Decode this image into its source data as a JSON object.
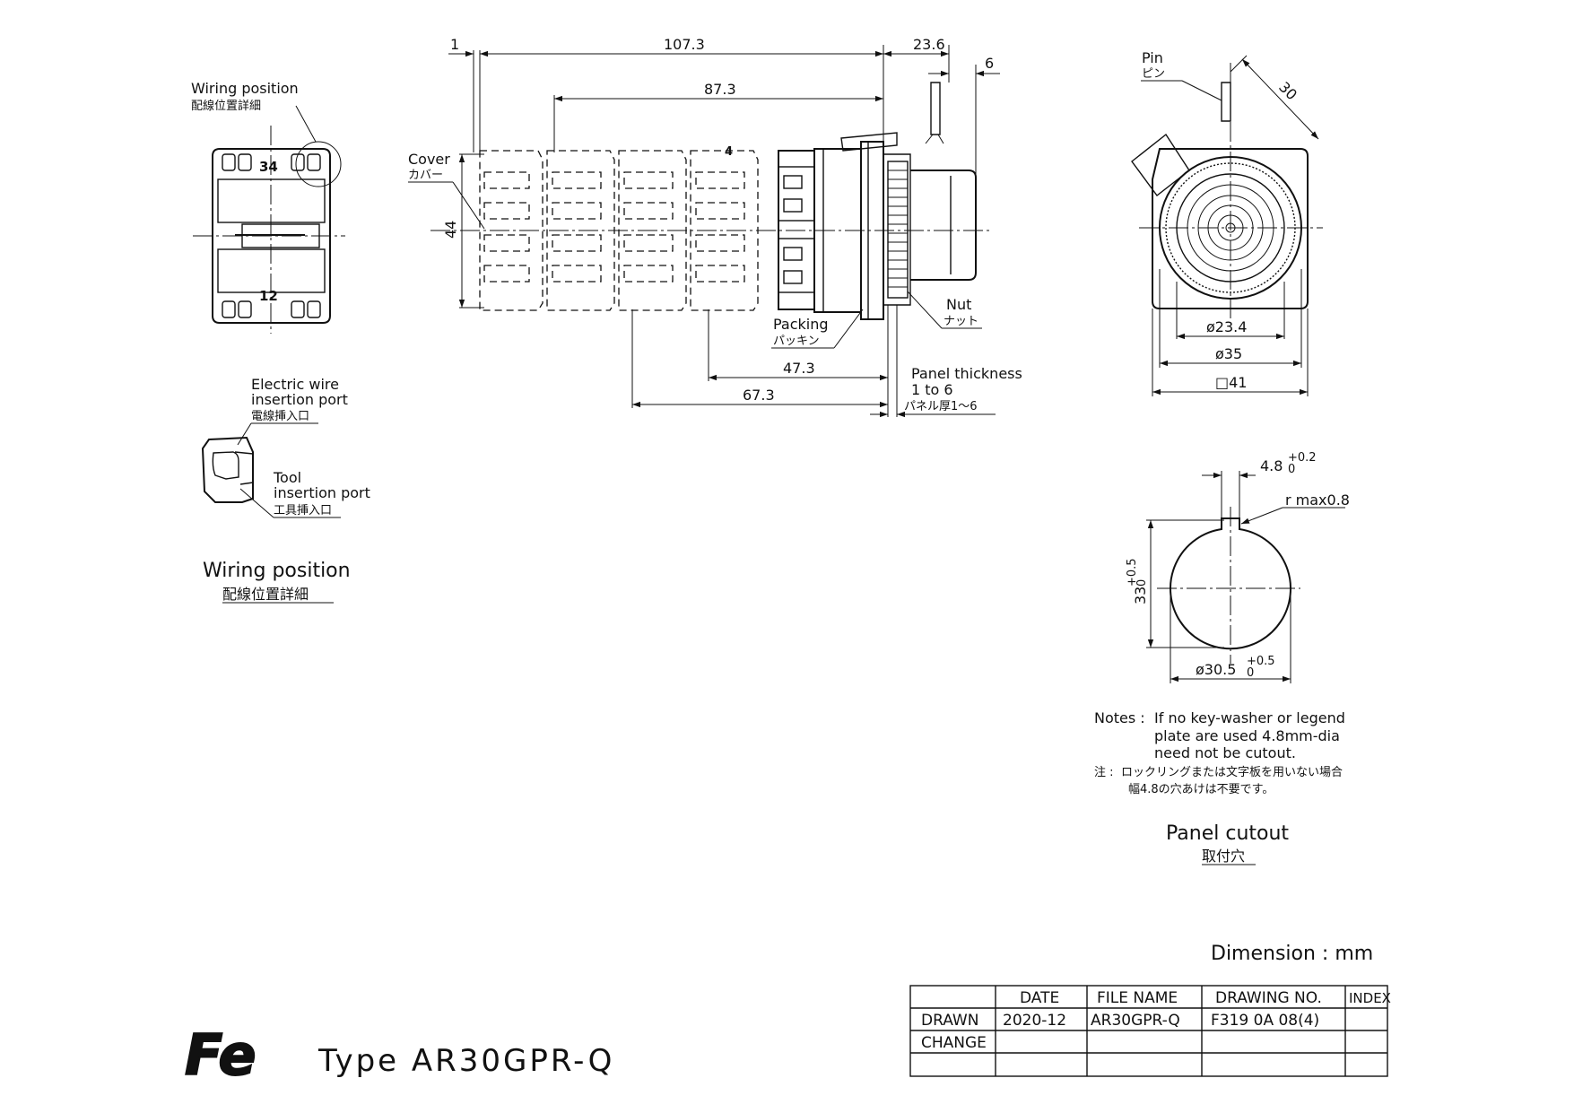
{
  "wiring_detail": {
    "label_en": "Wiring position",
    "label_jp": "配線位置詳細",
    "term_top": "34",
    "term_bottom": "12"
  },
  "port_detail": {
    "wire_port_en_1": "Electric wire",
    "wire_port_en_2": "insertion port",
    "wire_port_jp": "電線挿入口",
    "tool_port_en_1": "Tool",
    "tool_port_en_2": "insertion port",
    "tool_port_jp": "工具挿入口"
  },
  "section_caption": {
    "en": "Wiring position",
    "jp": "配線位置詳細"
  },
  "side_view": {
    "dim_1": "1",
    "dim_107_3": "107.3",
    "dim_23_6": "23.6",
    "dim_6": "6",
    "dim_87_3": "87.3",
    "dim_44": "44",
    "cover_en": "Cover",
    "cover_jp": "カバー",
    "block_mark": "4",
    "nut_en": "Nut",
    "nut_jp": "ナット",
    "packing_en": "Packing",
    "packing_jp": "パッキン",
    "dim_47_3": "47.3",
    "dim_67_3": "67.3",
    "panel_en_1": "Panel thickness",
    "panel_en_2": "1 to 6",
    "panel_jp": "パネル厚1～6"
  },
  "front_view": {
    "pin_en": "Pin",
    "pin_jp": "ピン",
    "dim_30": "30",
    "dim_d23_4": "ø23.4",
    "dim_d35": "ø35",
    "dim_sq41": "□41"
  },
  "cutout": {
    "dim_key_main": "4.8",
    "dim_key_tol_up": "+0.2",
    "dim_key_tol_low": "0",
    "dim_r": "r max0.8",
    "dim_33_main": "33",
    "dim_33_tol_up": "+0.5",
    "dim_33_tol_low": "0",
    "dim_d30_main": "ø30.5",
    "dim_d30_tol_up": "+0.5",
    "dim_d30_tol_low": "0",
    "caption_en": "Panel cutout",
    "caption_jp": "取付穴"
  },
  "notes": {
    "label": "Notes :",
    "line1": "If no key-washer or legend",
    "line2": "plate are used 4.8mm-dia",
    "line3": "need not be cutout.",
    "jp_label": "注 :",
    "jp_line1": "ロックリングまたは文字板を用いない場合",
    "jp_line2": "幅4.8の穴あけは不要です。"
  },
  "dimension_unit": "Dimension : mm",
  "logo_text": "Fe",
  "type_label": "Type  AR30GPR-Q",
  "title_block": {
    "headers": [
      "DATE",
      "FILE NAME",
      "DRAWING NO.",
      "INDEX"
    ],
    "rows": [
      {
        "label": "DRAWN",
        "date": "2020-12",
        "file": "AR30GPR-Q",
        "drawing": "F319 0A 08(4)",
        "index": ""
      },
      {
        "label": "CHANGE",
        "date": "",
        "file": "",
        "drawing": "",
        "index": ""
      },
      {
        "label": "",
        "date": "",
        "file": "",
        "drawing": "",
        "index": ""
      }
    ]
  }
}
